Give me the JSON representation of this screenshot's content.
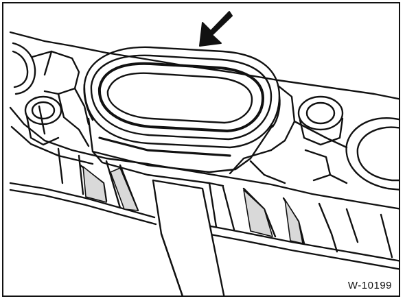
{
  "figure": {
    "code": "W-10199",
    "icons": {
      "pointer": "arrow-down-left-icon",
      "seal": "intake-gasket-seal",
      "bolt_holes": "bolt-boss-icon",
      "knife": "scraper-tool"
    },
    "colors": {
      "ink": "#111111",
      "paper": "#ffffff",
      "shade": "#dddddd"
    }
  }
}
